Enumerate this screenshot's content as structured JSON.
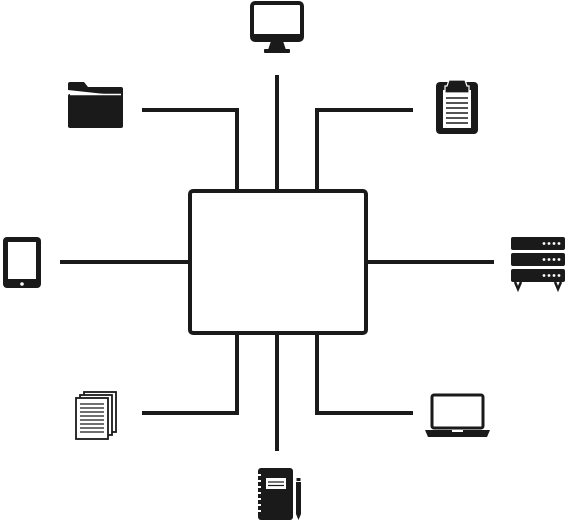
{
  "diagram": {
    "ink": "#1a1a1a",
    "background": "#ffffff",
    "hub": {
      "name": "central-hub",
      "label": ""
    },
    "nodes": [
      {
        "id": "monitor",
        "icon": "monitor-icon"
      },
      {
        "id": "folder",
        "icon": "folder-icon"
      },
      {
        "id": "clipboard",
        "icon": "clipboard-icon"
      },
      {
        "id": "tablet",
        "icon": "tablet-icon"
      },
      {
        "id": "server",
        "icon": "server-rack-icon"
      },
      {
        "id": "documents",
        "icon": "documents-icon"
      },
      {
        "id": "laptop",
        "icon": "laptop-icon"
      },
      {
        "id": "notebook",
        "icon": "notebook-pen-icon"
      }
    ]
  }
}
